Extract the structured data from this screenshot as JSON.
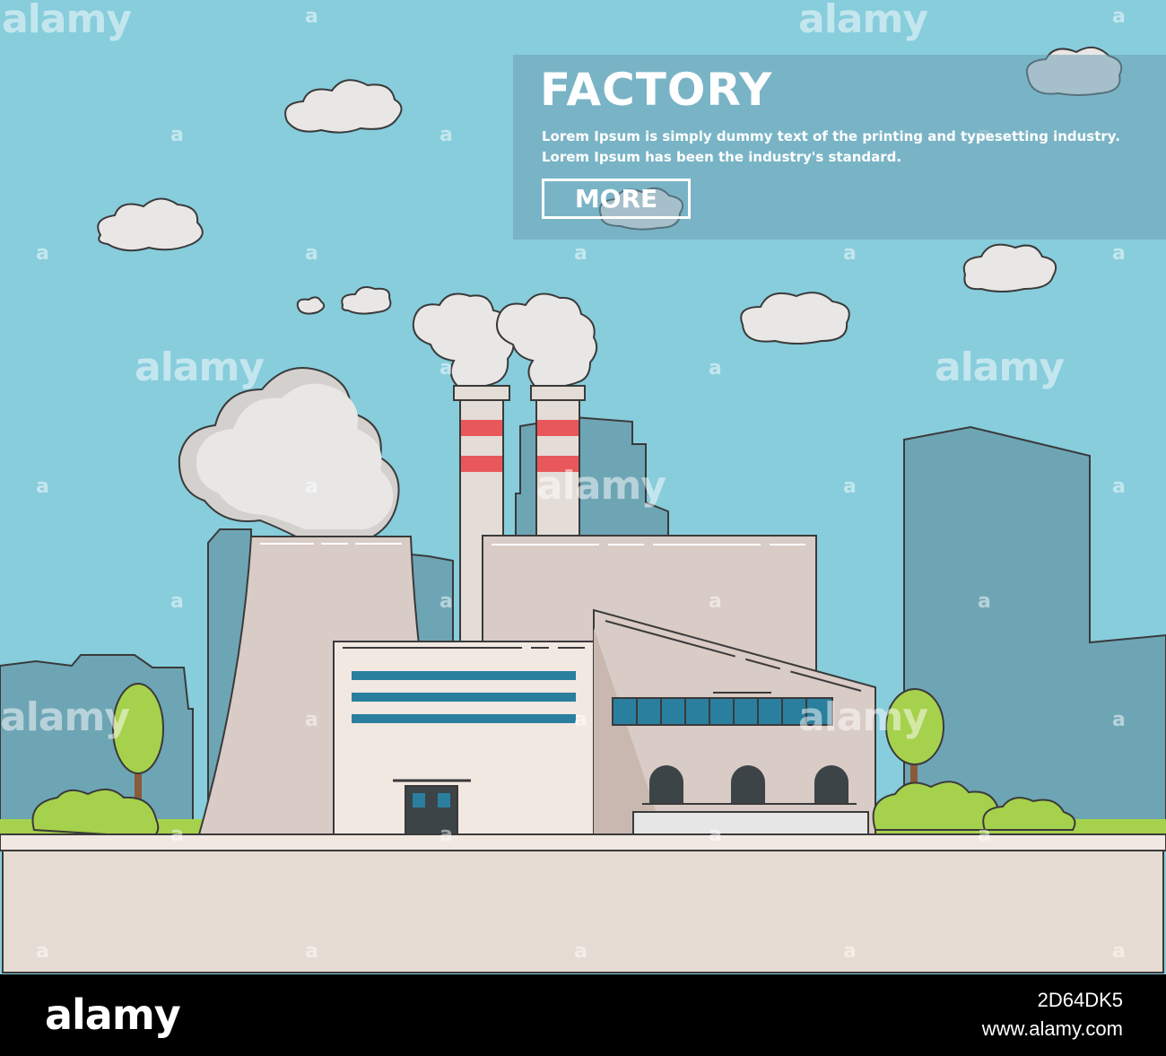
{
  "banner": {
    "title": "FACTORY",
    "description_line1": "Lorem Ipsum is simply dummy text of the printing and typesetting industry.",
    "description_line2": "Lorem Ipsum has been the industry's standard.",
    "more_label": "MORE"
  },
  "watermark": {
    "text": "alamy",
    "mark": "a"
  },
  "footer": {
    "logo": "alamy",
    "image_id": "2D64DK5",
    "url": "www.alamy.com"
  },
  "colors": {
    "sky": "#87cddc",
    "skyline": "#6ea5b4",
    "building": "#d9cbc5",
    "ground": "#e6dbd2",
    "grass": "#a6d14c",
    "chimney_stripe": "#e8585a",
    "outline": "#3a3a3a"
  }
}
